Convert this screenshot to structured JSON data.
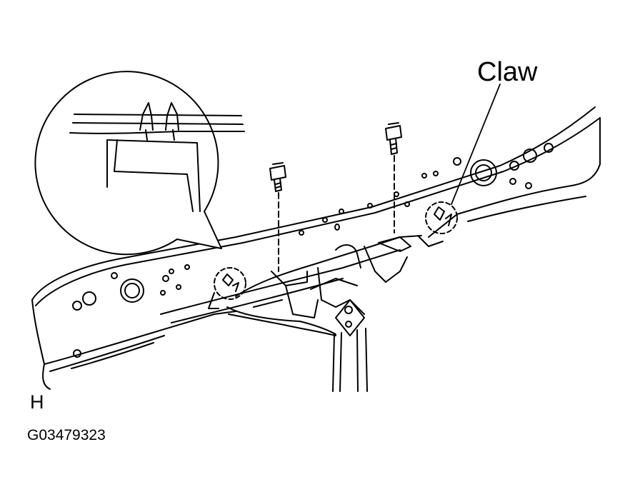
{
  "labels": {
    "claw": "Claw",
    "view_letter": "H",
    "figure_code": "G03479323"
  },
  "colors": {
    "line": "#000000",
    "background": "#ffffff"
  },
  "parts": [
    "radiator-support-upper",
    "hood-lock-bracket",
    "bolt",
    "claw",
    "detail-magnifier"
  ]
}
